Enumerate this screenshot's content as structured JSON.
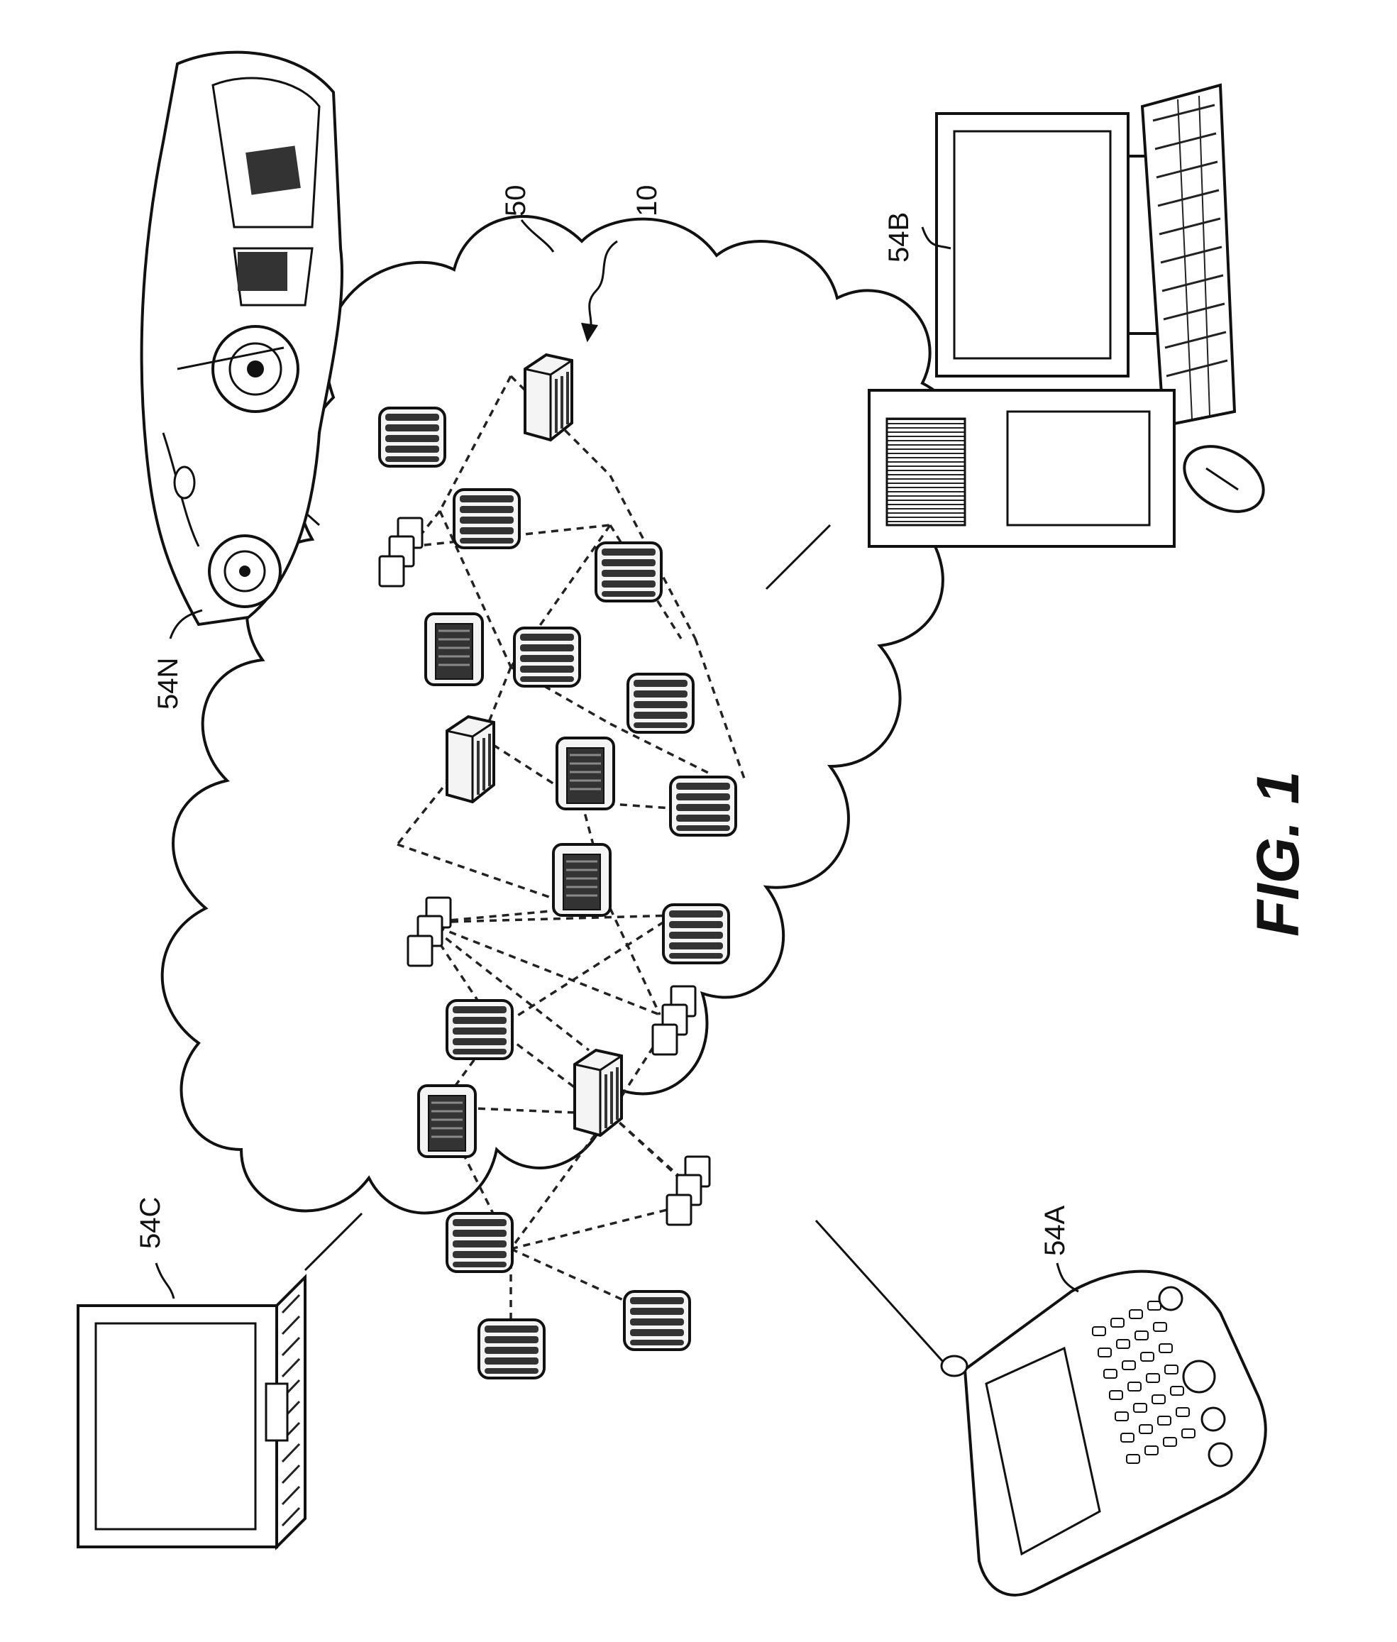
{
  "figure": {
    "caption": "FIG. 1",
    "ref_cloud": "50",
    "ref_nodes": "10"
  },
  "devices": {
    "car": {
      "label": "54N",
      "icon": "car-icon"
    },
    "desktop": {
      "label": "54B",
      "icon": "desktop-computer-icon"
    },
    "laptop": {
      "label": "54C",
      "icon": "laptop-icon"
    },
    "pda": {
      "label": "54A",
      "icon": "pda-icon"
    }
  },
  "cloud": {
    "icon": "cloud-icon",
    "node_icons": [
      "server-rack-icon",
      "router-icon",
      "storage-stack-icon",
      "mainframe-icon"
    ]
  },
  "colors": {
    "ink": "#111111",
    "fill_dark": "#333333",
    "background": "#ffffff"
  }
}
